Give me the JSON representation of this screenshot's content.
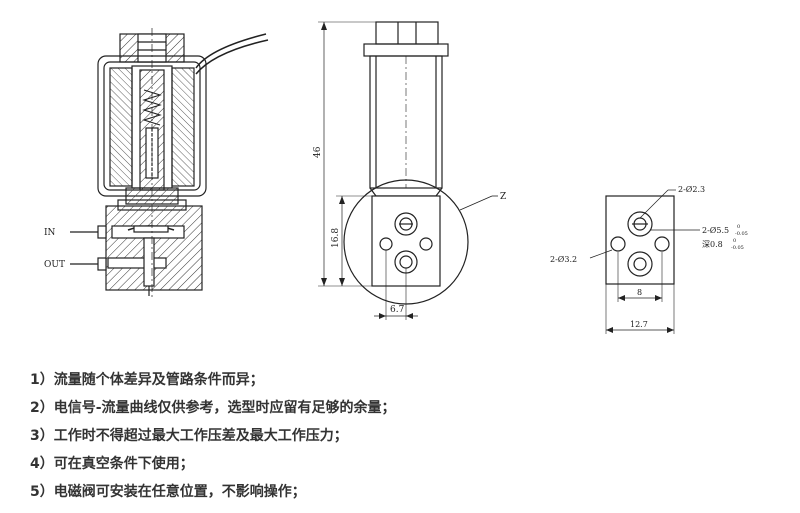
{
  "drawing": {
    "section_view": {
      "label_in": "IN",
      "label_out": "OUT"
    },
    "front_view": {
      "dim_total_height": "46",
      "dim_lower_height": "16.8",
      "dim_width": "6.7",
      "callout": "Z"
    },
    "port_view": {
      "hole_top": "2-Ø2.3",
      "hole_left": "2-Ø3.2",
      "bore": "2-Ø5.5",
      "bore_tol_upper": "0",
      "bore_tol_lower": "-0.05",
      "depth": "深0.8",
      "depth_tol_upper": "0",
      "depth_tol_lower": "-0.05",
      "dim_inner": "8",
      "dim_outer": "12.7"
    }
  },
  "notes": [
    "1）流量随个体差异及管路条件而异；",
    "2）电信号-流量曲线仅供参考，选型时应留有足够的余量；",
    "3）工作时不得超过最大工作压差及最大工作压力；",
    "4）可在真空条件下使用；",
    "5）电磁阀可安装在任意位置，不影响操作；"
  ]
}
